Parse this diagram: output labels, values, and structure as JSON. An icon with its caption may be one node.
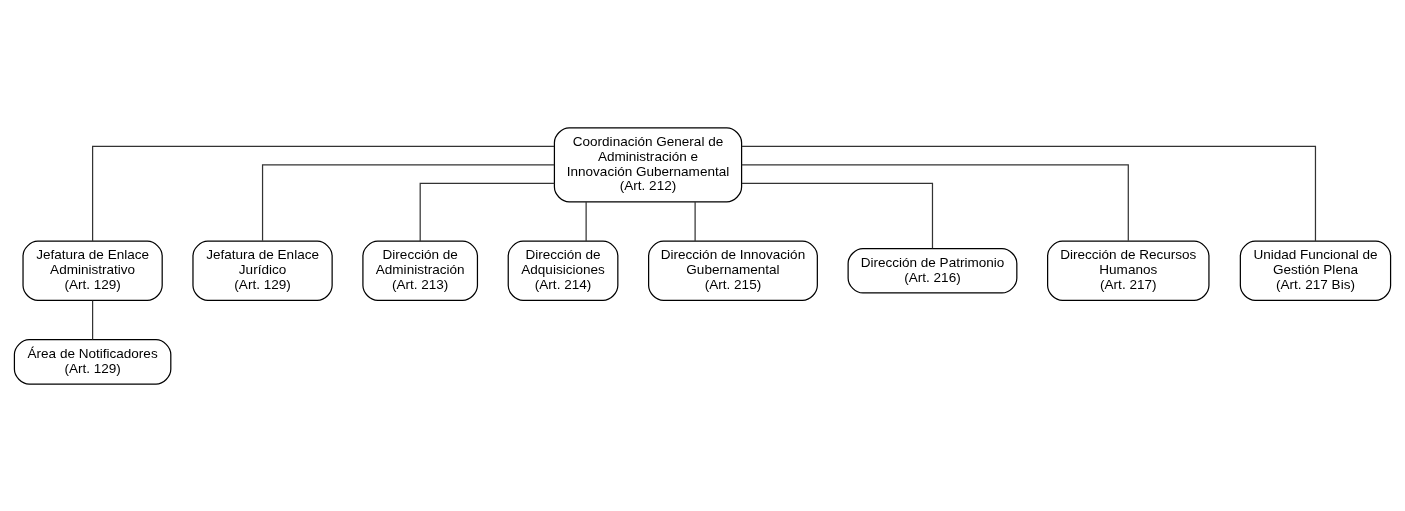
{
  "diagram": {
    "nodes": [
      {
        "text": [
          "Coordinación General de Administración e Innovación Gubernamental",
          "(Art. 212)"
        ]
      },
      {
        "text": [
          "Jefatura de Enlace Administrativo",
          "(Art. 129)"
        ]
      },
      {
        "text": [
          "Jefatura de Enlace Jurídico",
          "(Art. 129)"
        ]
      },
      {
        "text": [
          "Área de Notificadores",
          "(Art. 129)"
        ]
      },
      {
        "text": [
          "Dirección de Administración",
          "(Art. 213)"
        ]
      },
      {
        "text": [
          "Dirección de Adquisiciones",
          "(Art. 214)"
        ]
      },
      {
        "text": [
          "Dirección de Innovación Gubernamental",
          "(Art. 215)"
        ]
      },
      {
        "text": [
          "Dirección de Patrimonio",
          "(Art. 216)"
        ]
      },
      {
        "text": [
          "Dirección de Recursos Humanos",
          "(Art. 217)"
        ]
      },
      {
        "text": [
          "Unidad Funcional de Gestión Plena",
          "(Art. 217 Bis)"
        ]
      }
    ],
    "edges": [
      {
        "from": 0,
        "to": 1,
        "arrow": "none"
      },
      {
        "from": 0,
        "to": 2,
        "arrow": "none"
      },
      {
        "from": 1,
        "to": 3,
        "arrow": "none"
      },
      {
        "from": 0,
        "to": 4,
        "arrow": "none"
      },
      {
        "from": 0,
        "to": 5,
        "arrow": "none"
      },
      {
        "from": 0,
        "to": 6,
        "arrow": "none"
      },
      {
        "from": 0,
        "to": 7,
        "arrow": "none"
      },
      {
        "from": 0,
        "to": 8,
        "arrow": "none"
      },
      {
        "from": 0,
        "to": 9,
        "arrow": "none"
      }
    ]
  }
}
